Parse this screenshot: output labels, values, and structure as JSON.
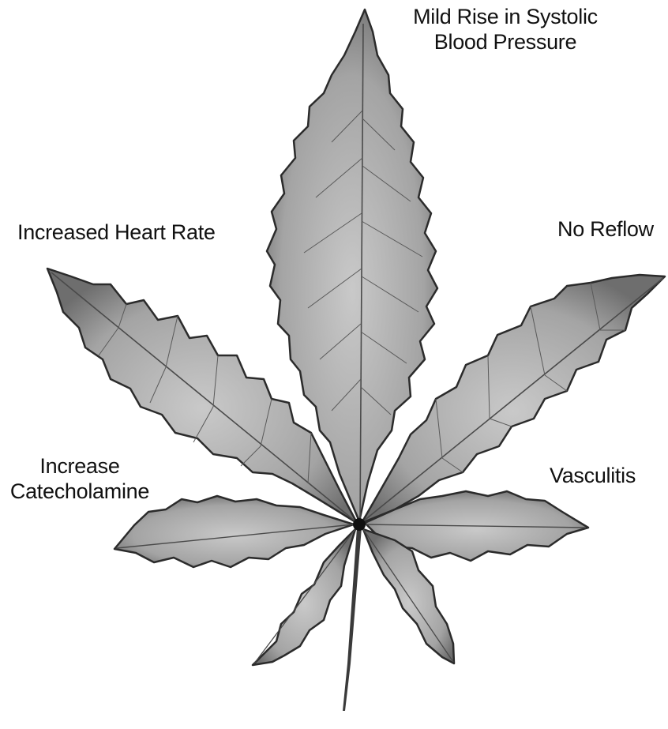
{
  "labels": {
    "top": {
      "line1": "Mild Rise in Systolic",
      "line2": "Blood Pressure"
    },
    "upper_left": "Increased Heart Rate",
    "upper_right": "No Reflow",
    "lower_left": {
      "line1": "Increase",
      "line2": "Catecholamine"
    },
    "lower_right": "Vasculitis"
  },
  "illustration": {
    "subject": "cannabis-leaf-icon",
    "leaf_fill": "#a9a9a9",
    "leaf_edge": "#2b2b2b",
    "vein_color": "#4a4a4a"
  }
}
